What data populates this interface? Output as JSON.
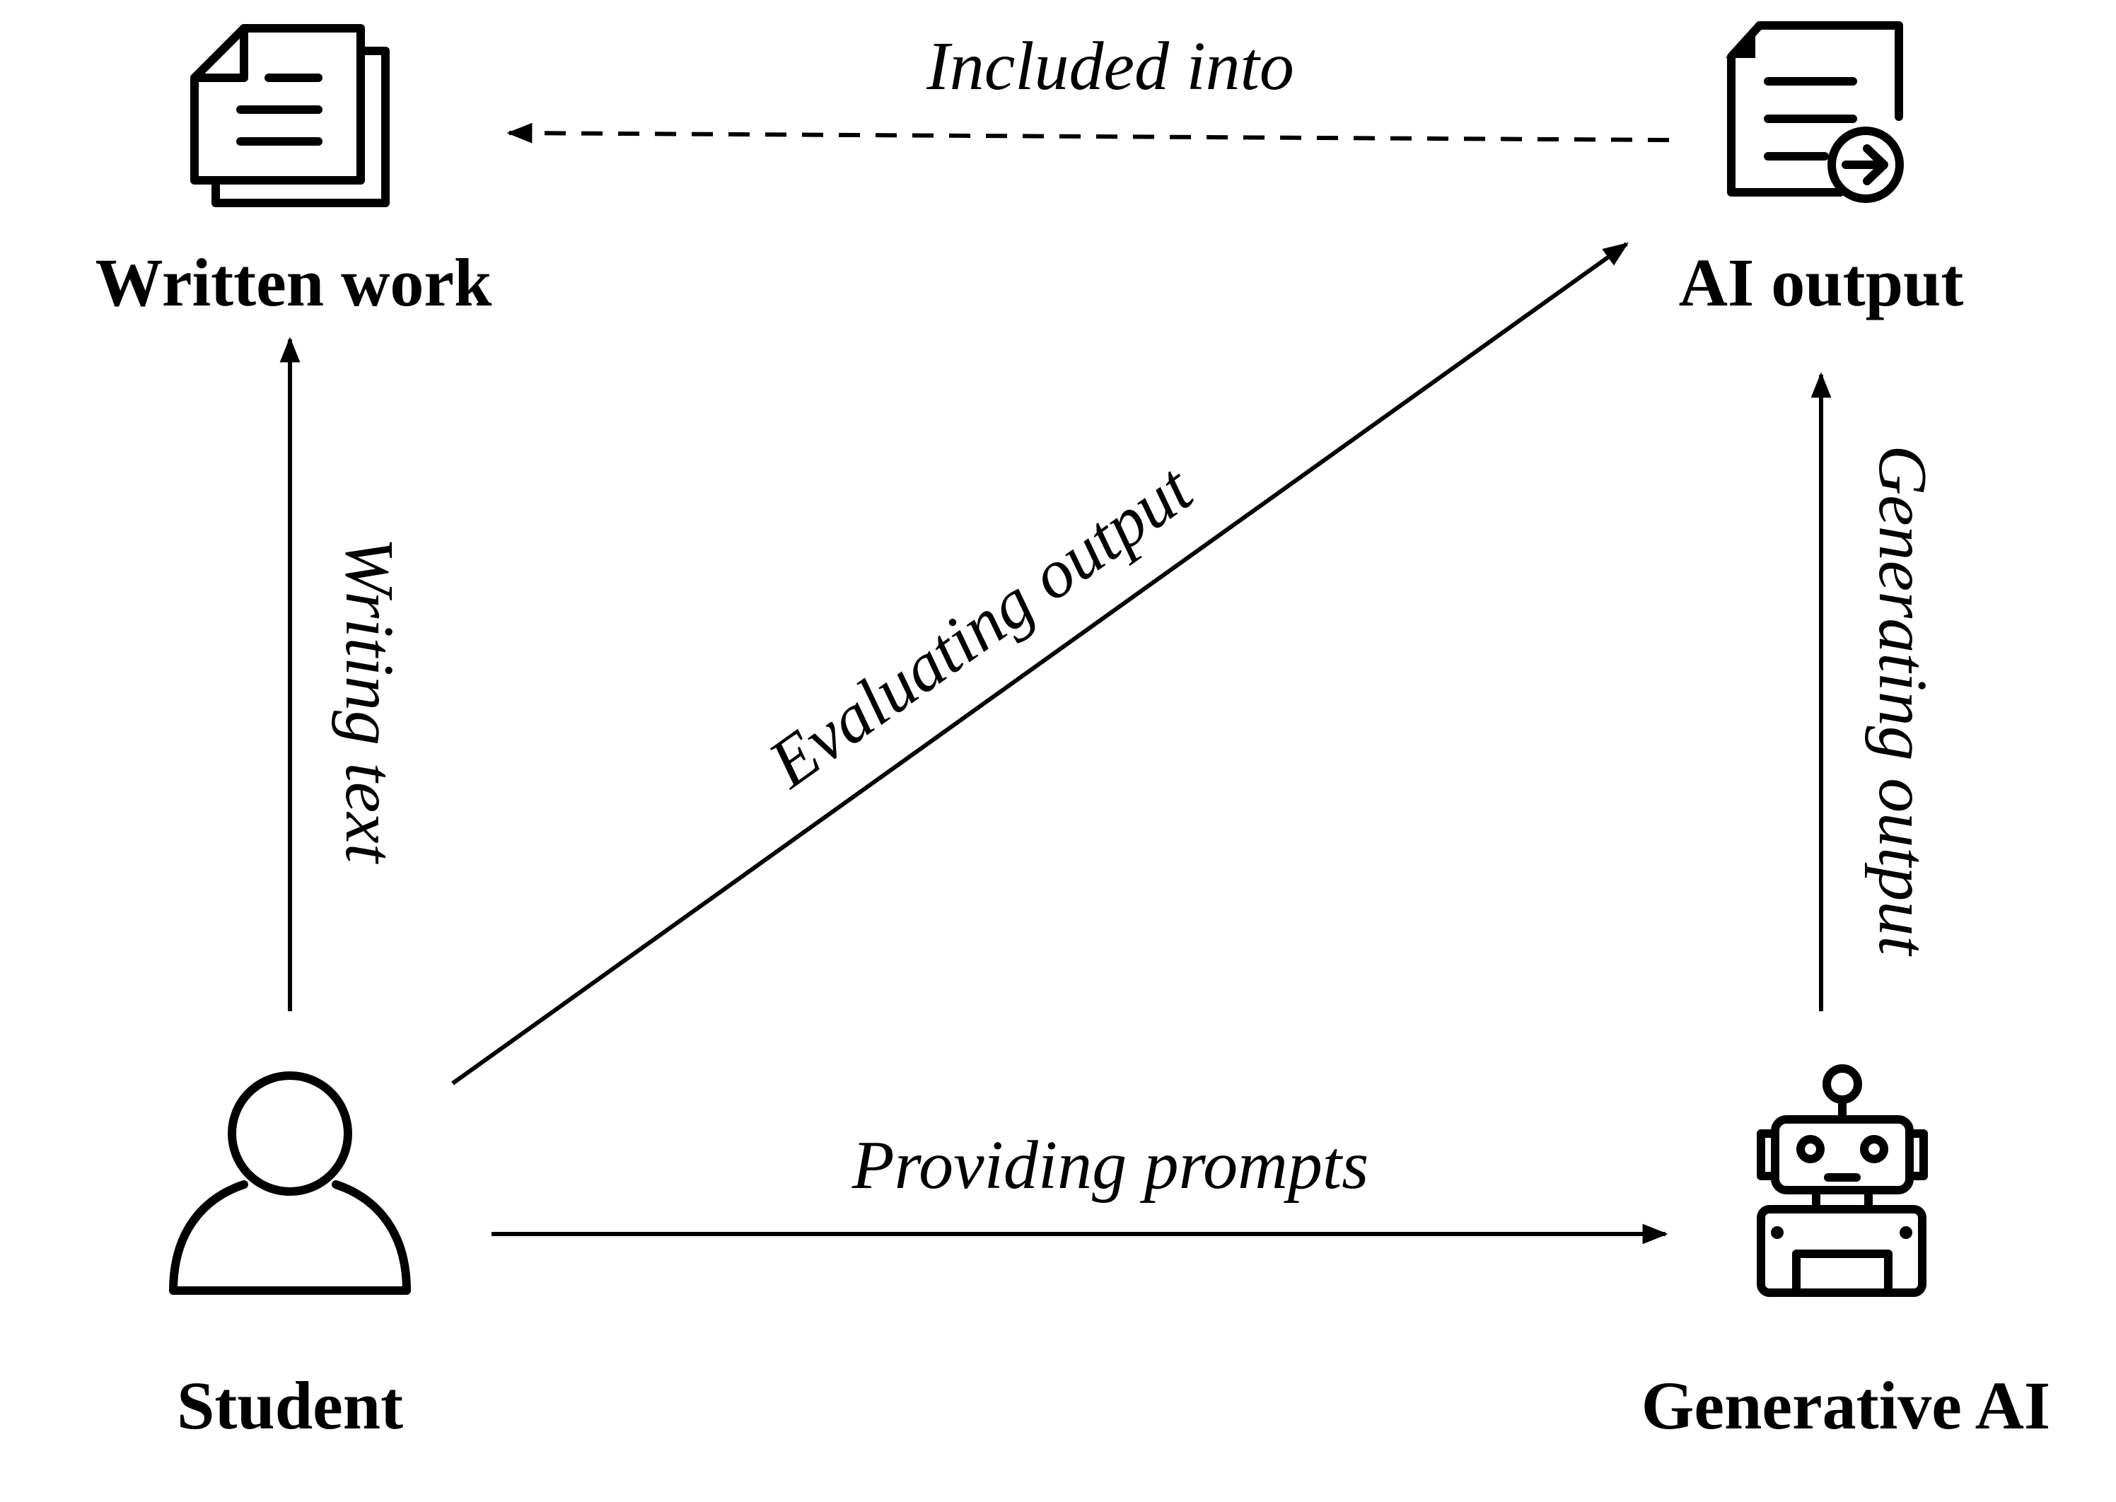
{
  "nodes": {
    "written_work": {
      "label": "Written work",
      "icon": "stacked-document-icon"
    },
    "ai_output": {
      "label": "AI output",
      "icon": "document-export-icon"
    },
    "student": {
      "label": "Student",
      "icon": "person-icon"
    },
    "generative_ai": {
      "label": "Generative AI",
      "icon": "robot-icon"
    }
  },
  "edges": {
    "included_into": {
      "label": "Included into",
      "from": "AI output",
      "to": "Written work",
      "style": "dashed"
    },
    "writing_text": {
      "label": "Writing text",
      "from": "Student",
      "to": "Written work",
      "style": "solid"
    },
    "evaluating_output": {
      "label": "Evaluating output",
      "from": "Student",
      "to": "AI output",
      "style": "solid"
    },
    "generating_output": {
      "label": "Generating output",
      "from": "Generative AI",
      "to": "AI output",
      "style": "solid"
    },
    "providing_prompts": {
      "label": "Providing prompts",
      "from": "Student",
      "to": "Generative AI",
      "style": "solid"
    }
  }
}
